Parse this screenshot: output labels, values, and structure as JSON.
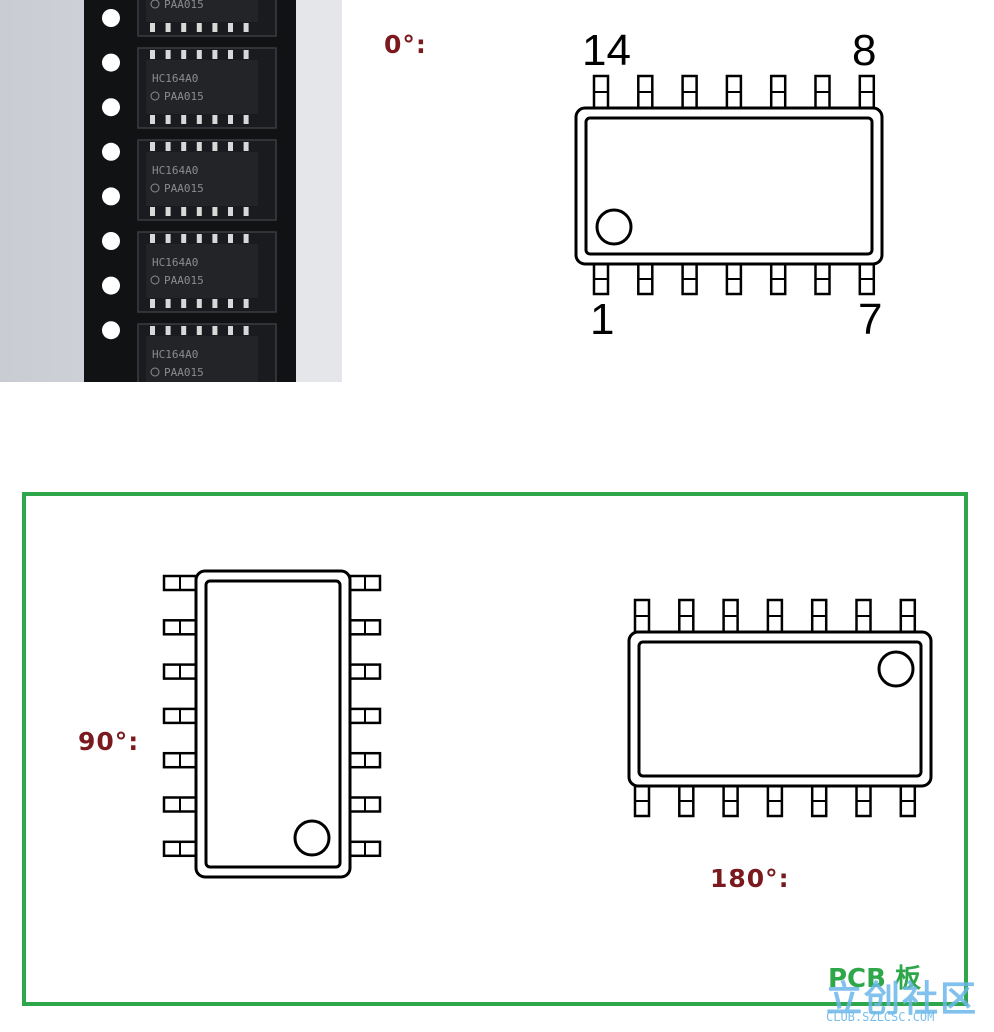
{
  "photo": {
    "chip_markings": [
      "HC164A0",
      "PAA015"
    ]
  },
  "orientation_0": {
    "label": "0°:",
    "pin_top_left": "14",
    "pin_top_right": "8",
    "pin_bottom_left": "1",
    "pin_bottom_right": "7"
  },
  "orientation_90": {
    "label": "90°:"
  },
  "orientation_180": {
    "label": "180°:"
  },
  "pcb": {
    "label": "PCB 板"
  },
  "watermark": {
    "brand": "立创社区",
    "url": "CLUB.SZLCSC.COM"
  },
  "colors": {
    "angle_label": "#7a1a1f",
    "pcb_border": "#2ea64a",
    "watermark": "#6bb8ea"
  }
}
